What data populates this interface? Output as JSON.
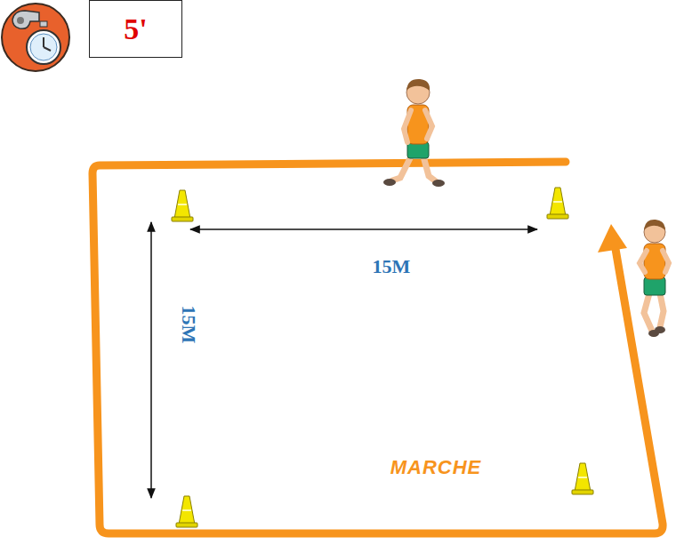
{
  "diagram": {
    "nodes": [
      {
        "text": [
          "5'"
        ]
      }
    ],
    "labels": [
      "15M",
      "15M",
      "MARCHE"
    ]
  }
}
